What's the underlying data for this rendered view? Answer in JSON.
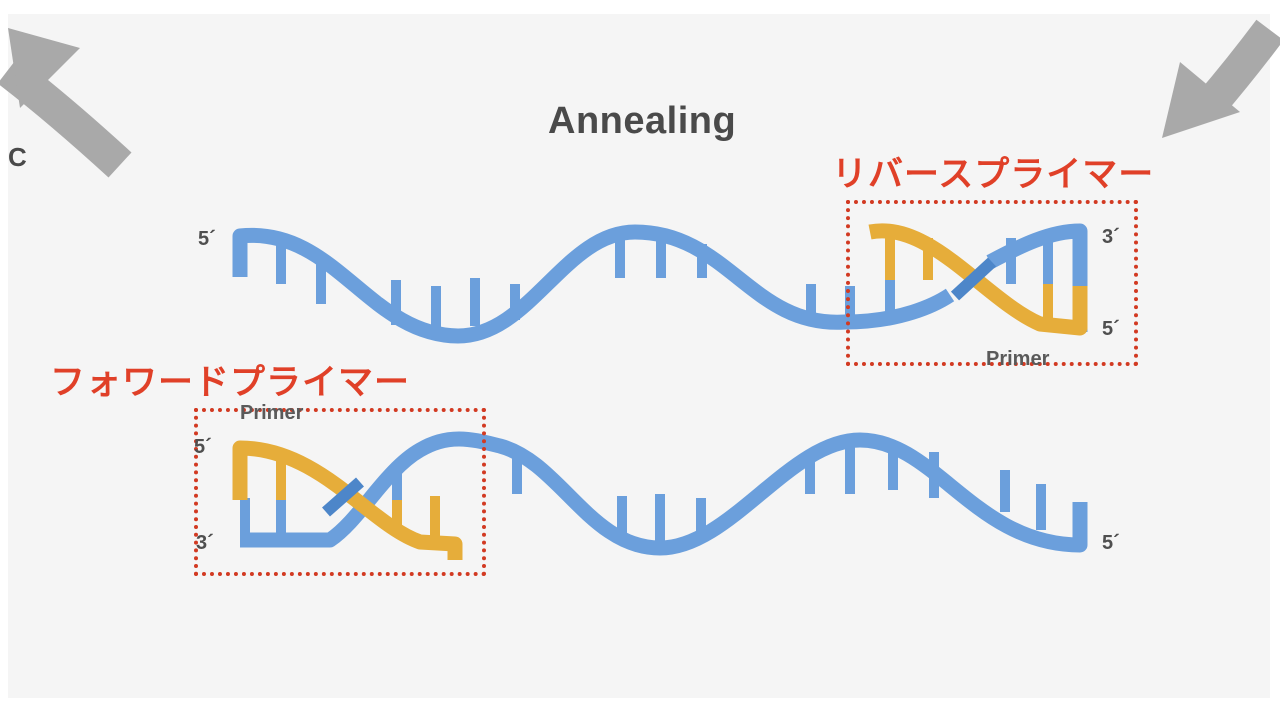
{
  "title": "Annealing",
  "edge_fragment": "C",
  "labels": {
    "reverse_primer": "リバースプライマー",
    "forward_primer": "フォワードプライマー",
    "primer": "Primer"
  },
  "strand_ends": {
    "top_left": "5´",
    "top_right_upper": "3´",
    "top_right_lower": "5´",
    "bottom_left_upper": "5´",
    "bottom_left_lower": "3´",
    "bottom_right": "5´"
  },
  "colors": {
    "dna_strand": "#6b9fdc",
    "primer": "#e6ad3a",
    "highlight_box": "#d23a22",
    "label": "#e04028",
    "arrow": "#a9a9a9",
    "background": "#f5f5f5"
  }
}
